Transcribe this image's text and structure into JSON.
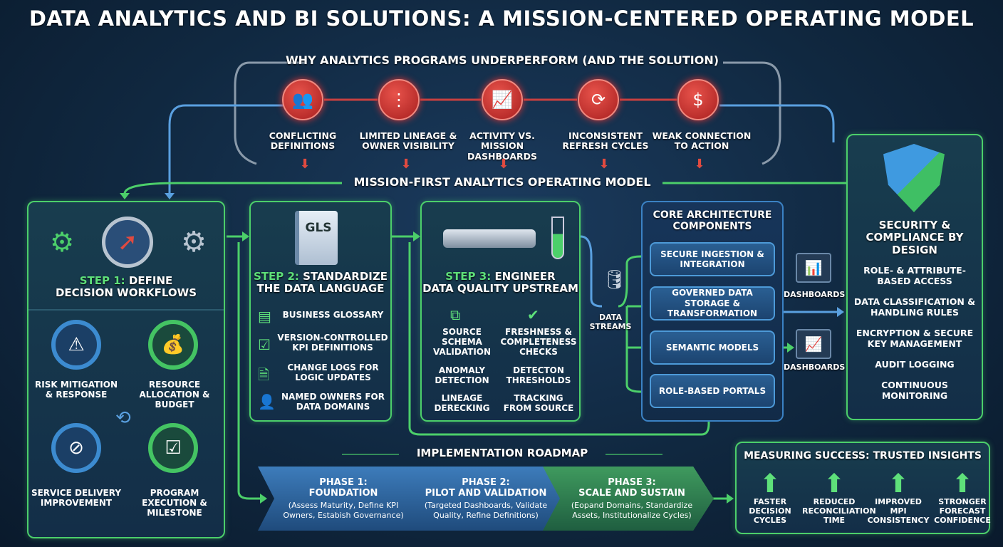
{
  "title": "Data Analytics and BI Solutions: A Mission-Centered Operating Model",
  "problems": {
    "heading": "Why Analytics Programs Underperform (and the Solution)",
    "items": [
      {
        "icon": "people-conflict-icon",
        "label": "Conflicting Definitions"
      },
      {
        "icon": "lineage-icon",
        "label": "Limited Lineage & Owner Visibility"
      },
      {
        "icon": "dashboard-chart-icon",
        "label": "Activity vs. Mission Dashboards"
      },
      {
        "icon": "refresh-icon",
        "label": "Inconsistent Refresh Cycles"
      },
      {
        "icon": "hand-money-icon",
        "label": "Weak Connection to Action"
      }
    ]
  },
  "model_heading": "Mission-First Analytics Operating Model",
  "step1": {
    "prefix": "Step 1:",
    "title": "Define",
    "title2": "Decision Workflows",
    "items": [
      "Risk Mitigation & Response",
      "Resource Allocation & Budget",
      "Service Delivery Improvement",
      "Program Execution & Milestone"
    ]
  },
  "step2": {
    "icon_text": "GLS",
    "prefix": "Step 2:",
    "title": "Standardize",
    "title2": "The Data Language",
    "items": [
      "Business Glossary",
      "Version-Controlled KPI Definitions",
      "Change Logs for Logic Updates",
      "Named Owners for Data Domains"
    ]
  },
  "step3": {
    "prefix": "Step 3:",
    "title": "Engineer",
    "title2": "Data Quality Upstream",
    "items": [
      "Source Schema Validation",
      "Freshness & Completeness Checks",
      "Anomaly Detection",
      "Detecton Thresholds",
      "Lineage Derecking",
      "Tracking from Source"
    ]
  },
  "data_streams": "Data Streams",
  "core": {
    "title": "Core Architecture Components",
    "items": [
      "Secure Ingestion & Integration",
      "Governed Data Storage & Transformation",
      "Semantic Models",
      "Role-Based Portals"
    ],
    "dashboards": "Dashboards"
  },
  "security": {
    "title": "Security & Compliance by Design",
    "items": [
      "Role- & Attribute-Based Access",
      "Data Classification & Handling Rules",
      "Encryption & Secure Key Management",
      "Audit Logging",
      "Continuous Monitoring"
    ]
  },
  "roadmap": {
    "heading": "Implementation Roadmap",
    "phases": [
      {
        "h1": "Phase 1:",
        "h2": "Foundation",
        "d": "(Assess Maturity, Define KPI Owners, Estabish Governance)"
      },
      {
        "h1": "Phase 2:",
        "h2": "Pilot and Validation",
        "d": "(Targeted Dashboards, Validate Quality, Refine Definitions)"
      },
      {
        "h1": "Phase 3:",
        "h2": "Scale and Sustain",
        "d": "(Eopand Domains, Standardize Assets, Institutionalize Cycles)"
      }
    ]
  },
  "success": {
    "heading": "Measuring Success: Trusted Insights",
    "items": [
      "Faster Decision Cycles",
      "Reduced Reconciliation Time",
      "Improved MPI Consistency",
      "Stronger Forecast Confidence"
    ]
  },
  "colors": {
    "green": "#4ccf6a",
    "blue": "#3b82c4",
    "red": "#d63a3a",
    "bg": "#102840"
  }
}
